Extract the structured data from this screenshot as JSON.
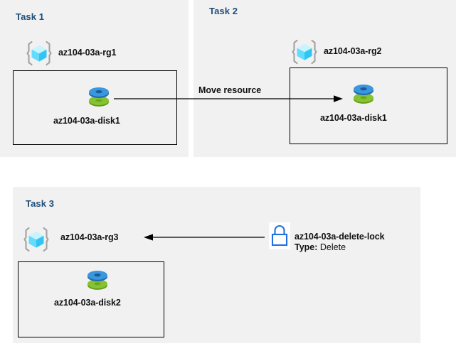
{
  "diagram": {
    "title": "Azure resource group tasks diagram",
    "background": "#ffffff",
    "panel_background": "#f1f1f1",
    "title_color": "#1f4e79",
    "accent_colors": {
      "resource_group_cube": "#50e6ff",
      "resource_group_bracket": "#a0a0a0",
      "disk_top": "#3a96dd",
      "disk_bottom": "#7fba00",
      "lock_outline": "#1f6fe0",
      "connector": "#000000"
    }
  },
  "panels": [
    {
      "id": "task1",
      "title": "Task 1",
      "resource_group": {
        "label": "az104-03a-rg1",
        "icon": "resource-group-icon"
      },
      "resource": {
        "label": "az104-03a-disk1",
        "icon": "managed-disk-icon"
      }
    },
    {
      "id": "task2",
      "title": "Task 2",
      "resource_group": {
        "label": "az104-03a-rg2",
        "icon": "resource-group-icon"
      },
      "resource": {
        "label": "az104-03a-disk1",
        "icon": "managed-disk-icon"
      }
    },
    {
      "id": "task3",
      "title": "Task 3",
      "resource_group": {
        "label": "az104-03a-rg3",
        "icon": "resource-group-icon"
      },
      "resource": {
        "label": "az104-03a-disk2",
        "icon": "managed-disk-icon"
      },
      "lock": {
        "icon": "lock-icon",
        "label": "az104-03a-delete-lock",
        "type_key": "Type:",
        "type_value": "Delete"
      }
    }
  ],
  "connectors": [
    {
      "id": "move-resource",
      "label": "Move resource",
      "from": "az104-03a-disk1",
      "to": "az104-03a-rg2",
      "direction": "right"
    },
    {
      "id": "lock-applies-to",
      "label": "",
      "from": "az104-03a-delete-lock",
      "to": "az104-03a-rg3",
      "direction": "left"
    }
  ]
}
